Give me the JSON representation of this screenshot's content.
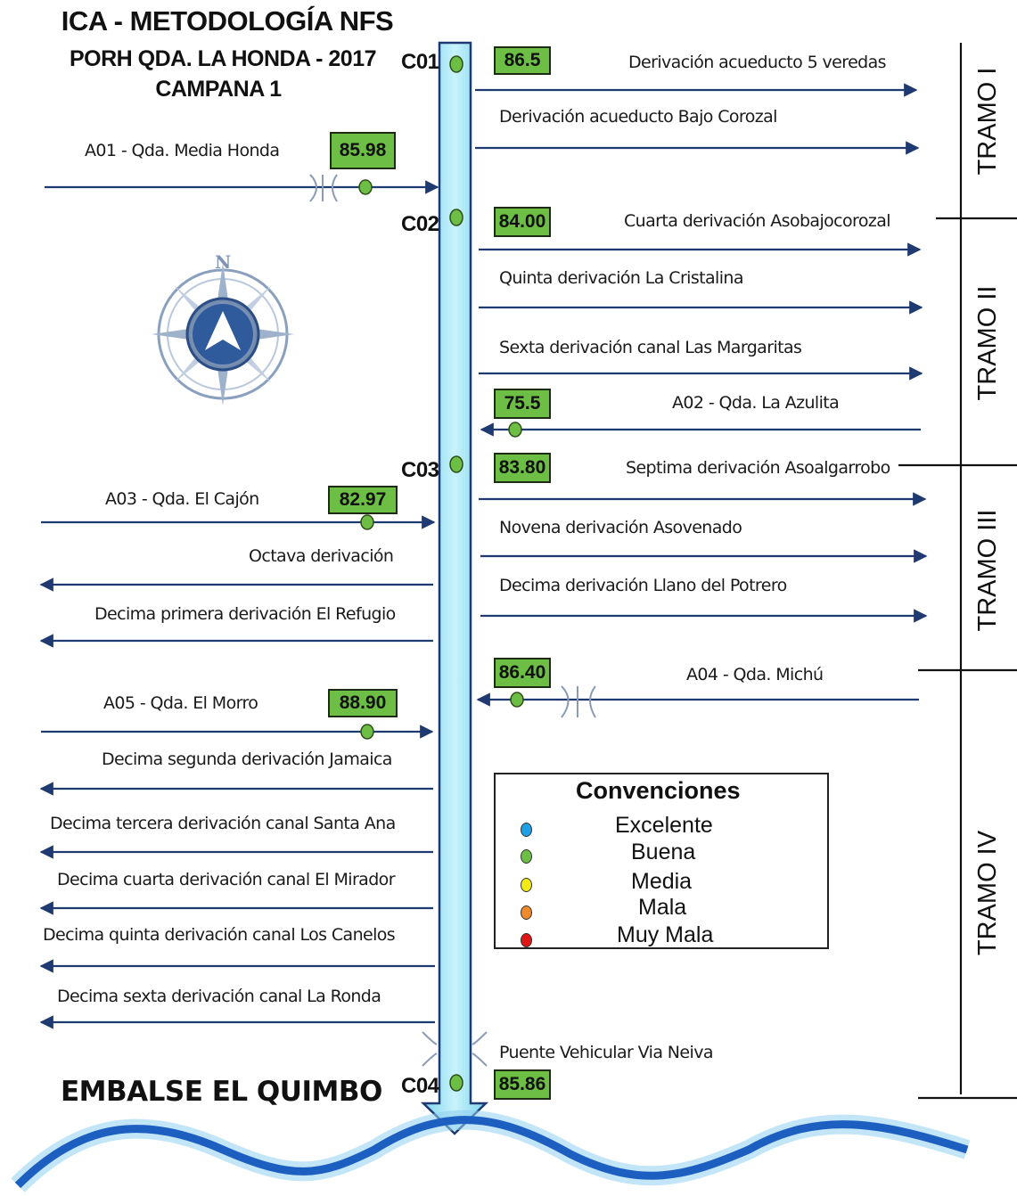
{
  "header": {
    "line1": "ICA - METODOLOGÍA NFS",
    "line2": "PORH QDA. LA HONDA - 2017",
    "line3": "CAMPANA 1"
  },
  "footer_label": "EMBALSE EL QUIMBO",
  "compass_letter": "N",
  "stations": {
    "c01": {
      "code": "C01",
      "value": "86.5"
    },
    "c02": {
      "code": "C02",
      "value": "84.00"
    },
    "c03": {
      "code": "C03",
      "value": "83.80"
    },
    "c04": {
      "code": "C04",
      "value": "85.86"
    }
  },
  "tributaries": {
    "a01": {
      "name": "A01 - Qda. Media Honda",
      "value": "85.98"
    },
    "a02": {
      "name": "A02 - Qda. La Azulita",
      "value": "75.5"
    },
    "a03": {
      "name": "A03 - Qda. El Cajón",
      "value": "82.97"
    },
    "a04": {
      "name": "A04 - Qda. Michú",
      "value": "86.40"
    },
    "a05": {
      "name": "A05 - Qda. El Morro",
      "value": "88.90"
    }
  },
  "right_derivations": [
    "Derivación acueducto 5 veredas",
    "Derivación acueducto Bajo Corozal",
    "Cuarta derivación Asobajocorozal",
    "Quinta derivación La Cristalina",
    "Sexta derivación canal Las Margaritas",
    "Septima derivación Asoalgarrobo",
    "Novena derivación Asovenado",
    "Decima derivación Llano del Potrero"
  ],
  "left_derivations": [
    "Octava derivación",
    "Decima primera derivación El Refugio",
    "Decima segunda derivación Jamaica",
    "Decima tercera derivación canal Santa Ana",
    "Decima cuarta derivación canal El Mirador",
    "Decima quinta derivación canal Los Canelos",
    "Decima sexta derivación canal La Ronda"
  ],
  "bridge_label": "Puente Vehicular Via Neiva",
  "tramos": [
    "TRAMO I",
    "TRAMO II",
    "TRAMO III",
    "TRAMO IV"
  ],
  "legend": {
    "title": "Convenciones",
    "items": [
      {
        "label": "Excelente",
        "color": "#1ea0e6"
      },
      {
        "label": "Buena",
        "color": "#6cbe45"
      },
      {
        "label": "Media",
        "color": "#f2ea16"
      },
      {
        "label": "Mala",
        "color": "#f08a2c"
      },
      {
        "label": "Muy Mala",
        "color": "#e01515"
      }
    ]
  },
  "colors": {
    "river": "#a9e8f7",
    "river_border": "#1f3a70",
    "arrow": "#1f3a70",
    "good_dot": "#6cbe45",
    "value_box": "#6cbe45"
  }
}
